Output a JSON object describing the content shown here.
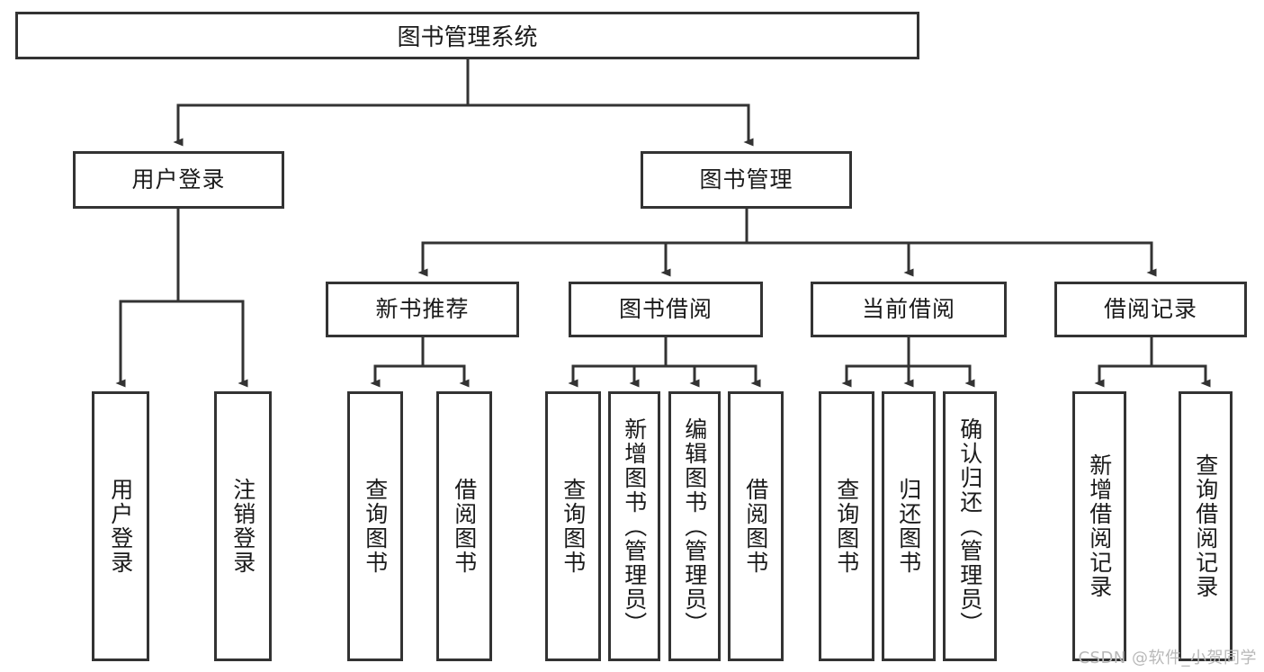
{
  "diagram": {
    "type": "tree-hierarchy",
    "title": "图书管理系统",
    "root": {
      "id": "root",
      "label": "图书管理系统"
    },
    "level2": [
      {
        "id": "user-login",
        "label": "用户登录"
      },
      {
        "id": "book-management",
        "label": "图书管理"
      }
    ],
    "level3": [
      {
        "id": "new-book-recommend",
        "label": "新书推荐",
        "parent": "book-management"
      },
      {
        "id": "book-borrow",
        "label": "图书借阅",
        "parent": "book-management"
      },
      {
        "id": "current-borrow",
        "label": "当前借阅",
        "parent": "book-management"
      },
      {
        "id": "borrow-record",
        "label": "借阅记录",
        "parent": "book-management"
      }
    ],
    "leaves": {
      "user_login": [
        {
          "id": "leaf-user-login",
          "label": "用户登录"
        },
        {
          "id": "leaf-logout",
          "label": "注销登录"
        }
      ],
      "new_book_recommend": [
        {
          "id": "leaf-query-book-1",
          "label": "查询图书"
        },
        {
          "id": "leaf-borrow-book-1",
          "label": "借阅图书"
        }
      ],
      "book_borrow": [
        {
          "id": "leaf-query-book-2",
          "label": "查询图书"
        },
        {
          "id": "leaf-add-book",
          "label": "新增图书（管理员）"
        },
        {
          "id": "leaf-edit-book",
          "label": "编辑图书（管理员）"
        },
        {
          "id": "leaf-borrow-book-2",
          "label": "借阅图书"
        }
      ],
      "current_borrow": [
        {
          "id": "leaf-query-book-3",
          "label": "查询图书"
        },
        {
          "id": "leaf-return-book",
          "label": "归还图书"
        },
        {
          "id": "leaf-confirm-return",
          "label": "确认归还（管理员）"
        }
      ],
      "borrow_record": [
        {
          "id": "leaf-add-record",
          "label": "新增借阅记录"
        },
        {
          "id": "leaf-query-record",
          "label": "查询借阅记录"
        }
      ]
    }
  },
  "watermark": {
    "text": "CSDN @软件_小贺同学"
  },
  "colors": {
    "border": "#333333",
    "text": "#1a1a1a",
    "background": "#ffffff",
    "watermark": "#b8b8b8"
  }
}
